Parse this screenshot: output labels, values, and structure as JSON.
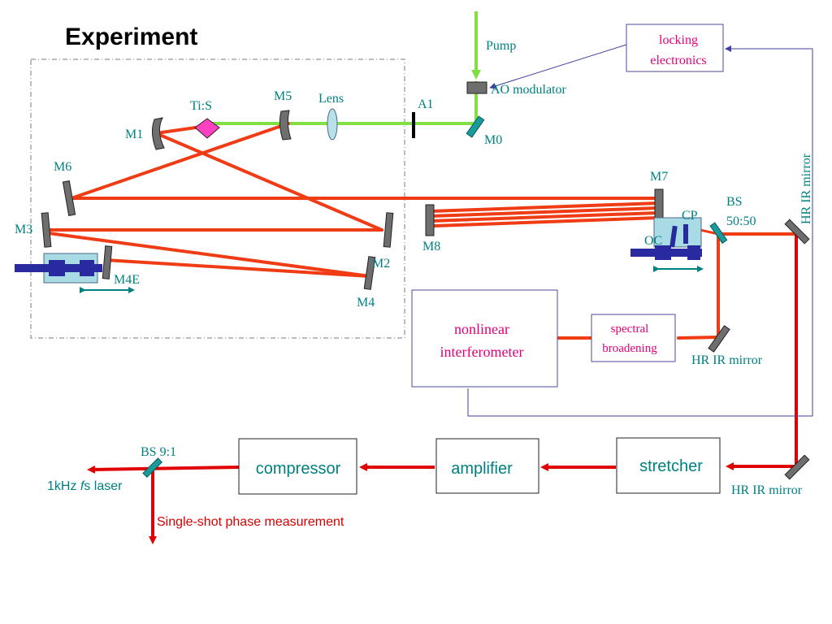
{
  "title": "Experiment",
  "labels": {
    "pump": "Pump",
    "ao_modulator": "AO modulator",
    "a1": "A1",
    "m0": "M0",
    "lens": "Lens",
    "m5": "M5",
    "ti_s": "Ti:S",
    "m1": "M1",
    "m6": "M6",
    "m3": "M3",
    "m2": "M2",
    "m4": "M4",
    "m4e": "M4E",
    "m7": "M7",
    "m8": "M8",
    "cp": "CP",
    "oc": "OC",
    "bs_line1": "BS",
    "bs_line2": "50:50",
    "hr_ir_mirror_vertical": "HR IR mirror",
    "hr_ir_mirror_mid": "HR IR mirror",
    "hr_ir_mirror_bottom": "HR IR mirror",
    "bs_91": "BS 9:1",
    "laser_prefix": "1kHz ",
    "laser_italic": "f",
    "laser_suffix": "s laser",
    "single_shot": "Single-shot phase measurement"
  },
  "boxes": {
    "locking_line1": "locking",
    "locking_line2": "electronics",
    "nonlinear_line1": "nonlinear",
    "nonlinear_line2": "interferometer",
    "spectral_line1": "spectral",
    "spectral_line2": "broadening",
    "stretcher": "stretcher",
    "amplifier": "amplifier",
    "compressor": "compressor"
  },
  "colors": {
    "ir_beam": "#f03c14",
    "pump_beam": "#80e040",
    "output_beam": "#e00000",
    "label_teal": "#008080",
    "label_magenta": "#e0007a"
  }
}
